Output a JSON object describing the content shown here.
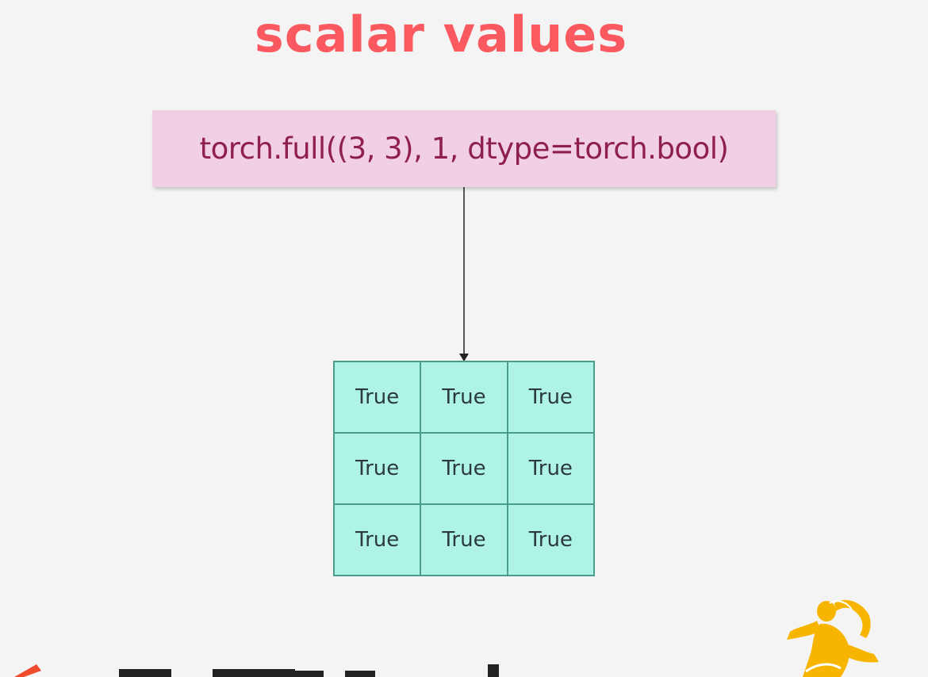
{
  "slide": {
    "title": "scalar values",
    "code": "torch.full((3, 3), 1, dtype=torch.bool)"
  },
  "tensor": {
    "rows": [
      [
        "True",
        "True",
        "True"
      ],
      [
        "True",
        "True",
        "True"
      ],
      [
        "True",
        "True",
        "True"
      ]
    ]
  },
  "colors": {
    "title": "#fa5a5f",
    "code_box": "#f1cfe5",
    "code_text": "#8f1f4c",
    "cell_fill": "#aef3e6",
    "cell_border": "#4a9c8c",
    "mascot": "#f7b500"
  },
  "icons": {
    "mascot": "yellow-mascot-logo",
    "arrow": "down-arrow"
  }
}
